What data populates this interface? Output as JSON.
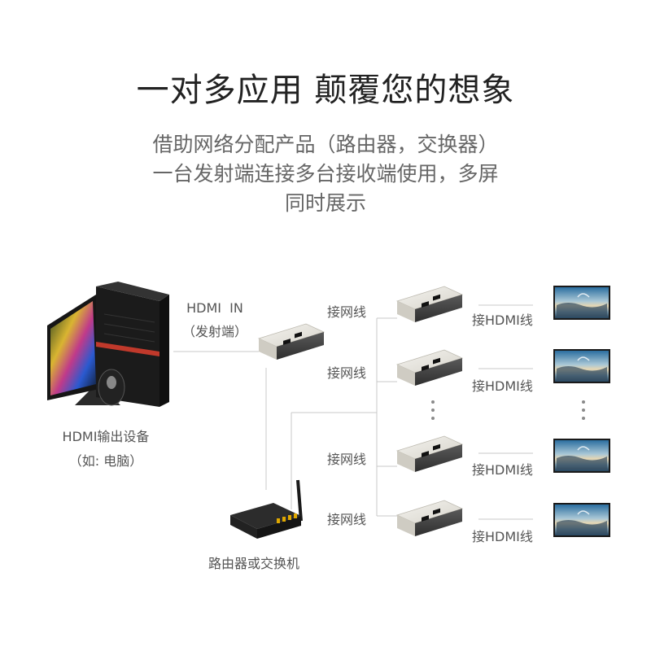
{
  "title": "一对多应用 颠覆您的想象",
  "subtitle": {
    "line1": "借助网络分配产品（路由器，交换器）",
    "line2": "一台发射端连接多台接收端使用，多屏",
    "line3": "同时展示"
  },
  "source": {
    "label_line1": "HDMI输出设备",
    "label_line2": "（如: 电脑）"
  },
  "transmitter": {
    "label_line1": "HDMI  IN",
    "label_line2": "（发射端）"
  },
  "router": {
    "label": "路由器或交换机"
  },
  "receivers": [
    {
      "cable_label": "接网线",
      "hdmi_label": "接HDMI线"
    },
    {
      "cable_label": "接网线",
      "hdmi_label": "接HDMI线"
    },
    {
      "cable_label": "接网线",
      "hdmi_label": "接HDMI线"
    },
    {
      "cable_label": "接网线",
      "hdmi_label": "接HDMI线"
    }
  ]
}
